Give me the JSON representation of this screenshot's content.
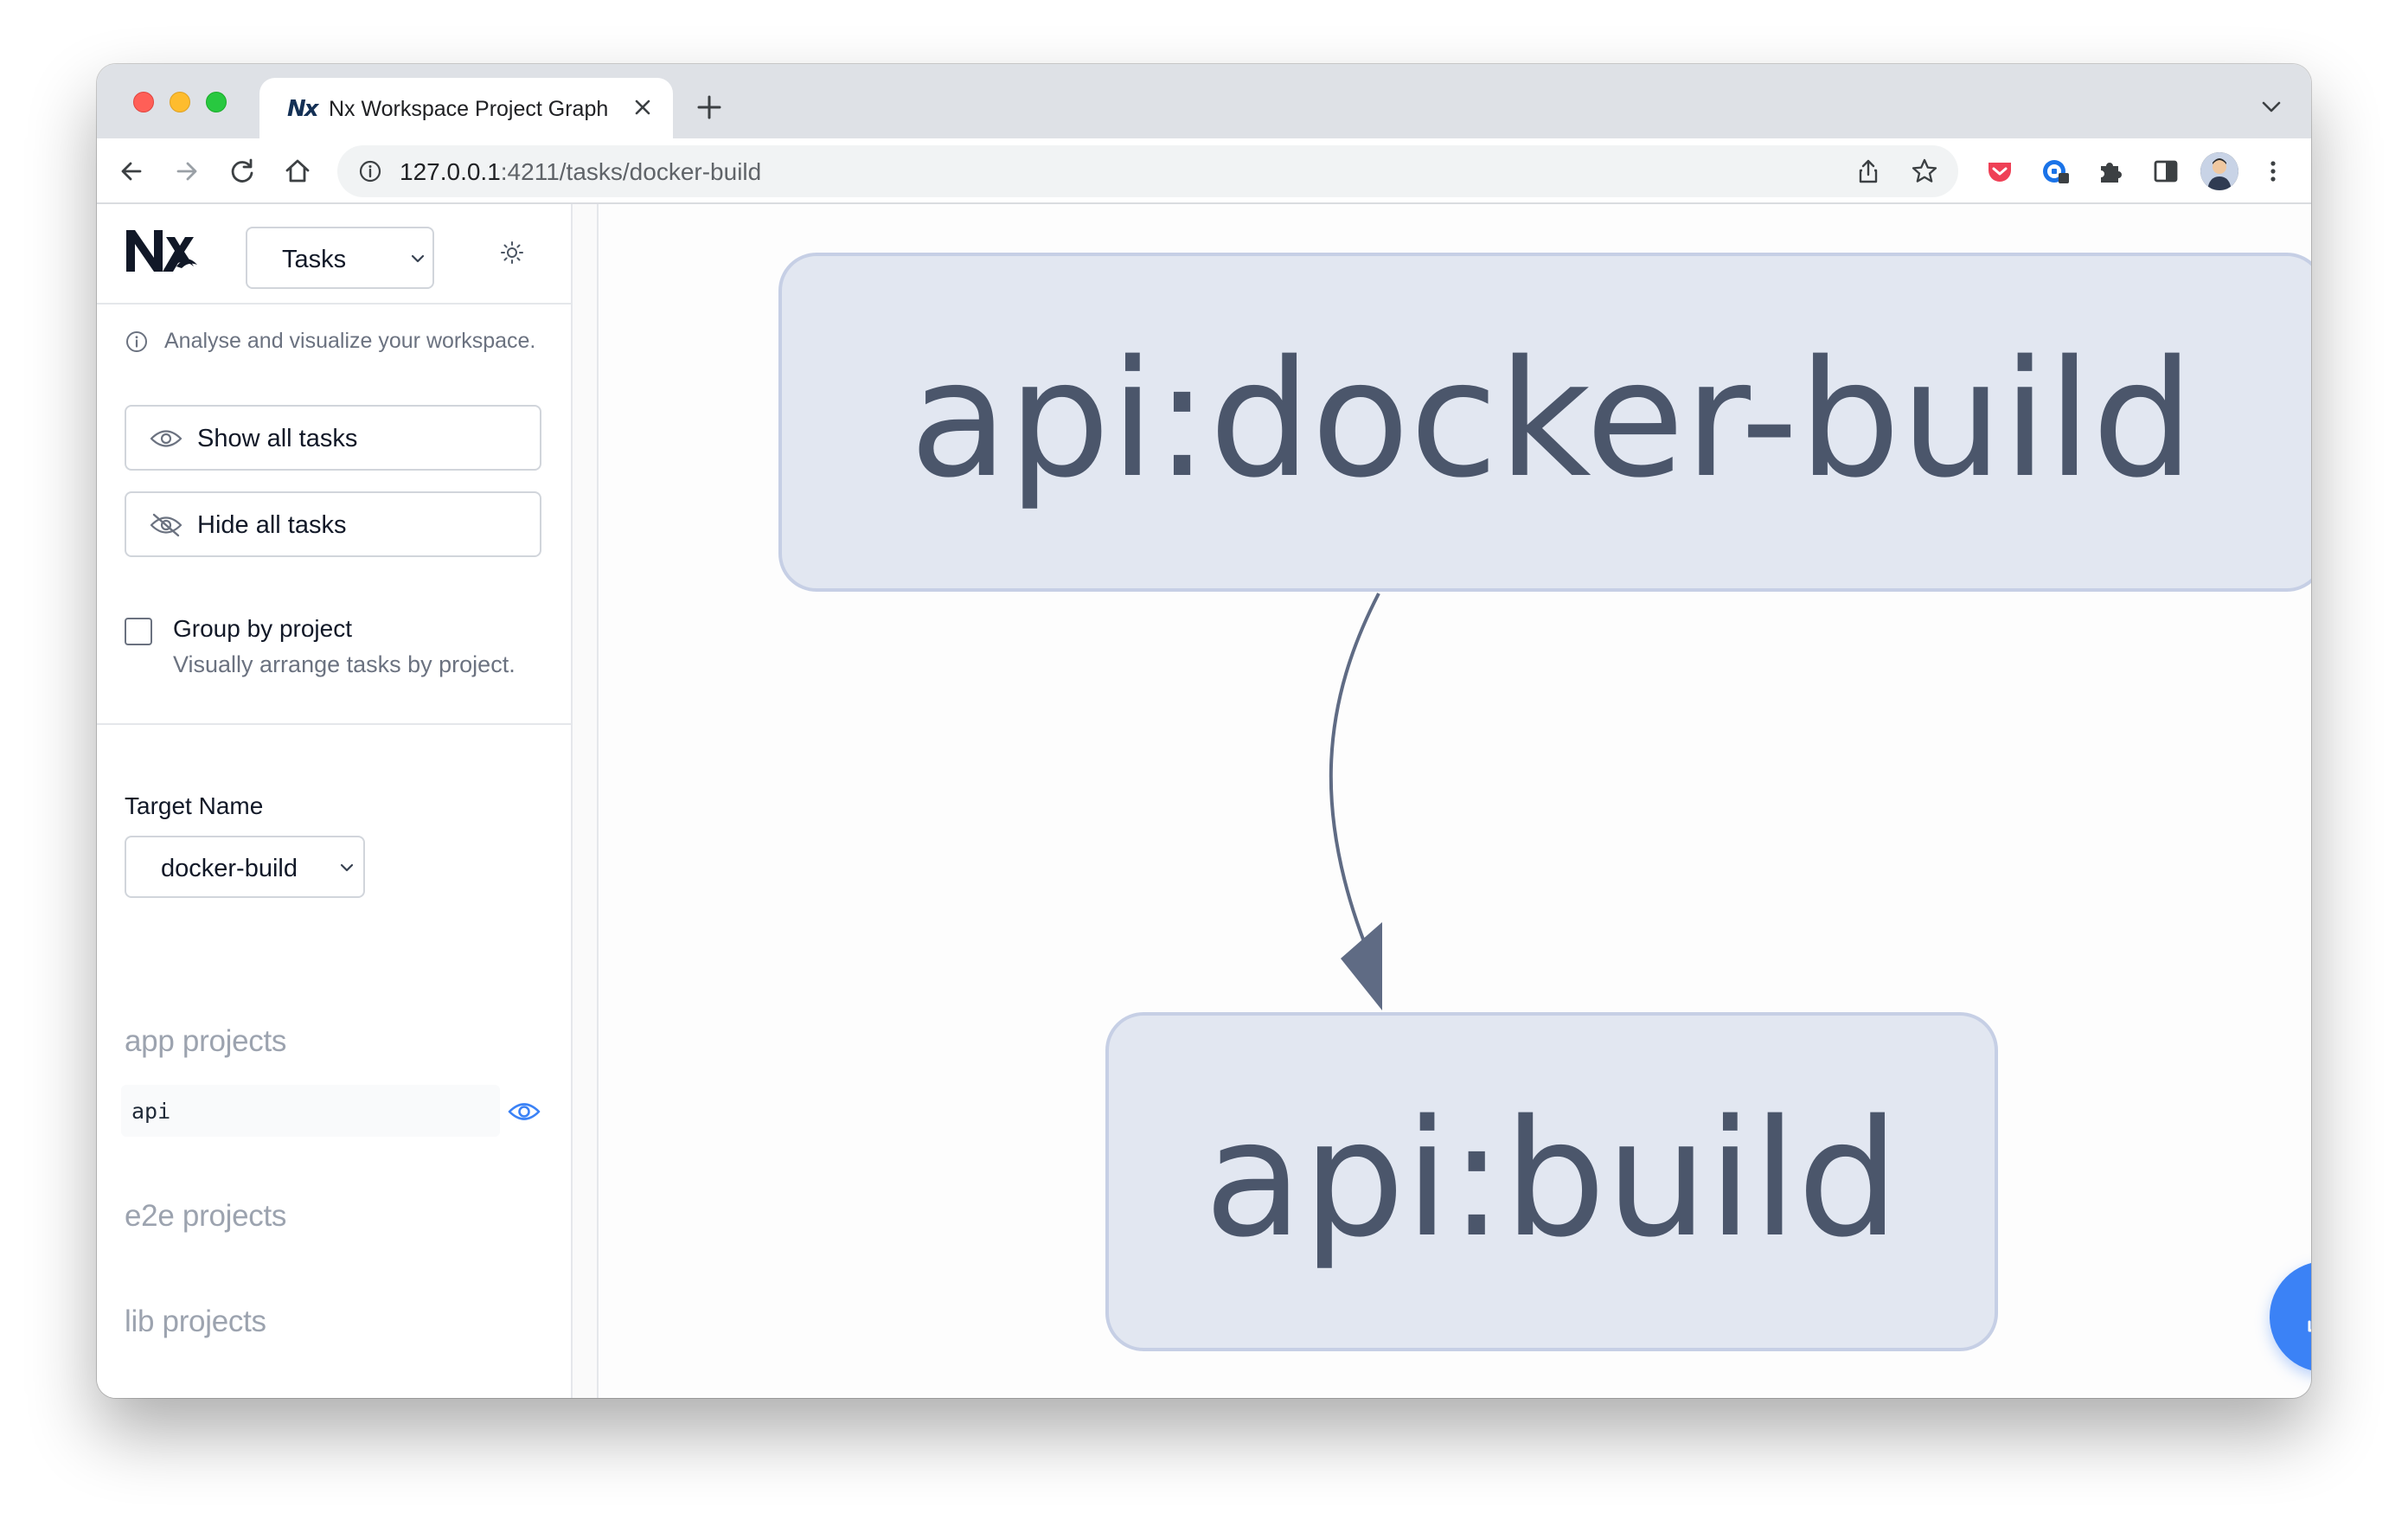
{
  "browser": {
    "tab_title": "Nx Workspace Project Graph",
    "favicon_text": "Nx",
    "url_host": "127.0.0.1",
    "url_path": ":4211/tasks/docker-build"
  },
  "sidebar": {
    "view_select": "Tasks",
    "info_text": "Analyse and visualize your workspace.",
    "show_all_label": "Show all tasks",
    "hide_all_label": "Hide all tasks",
    "group_by_label": "Group by project",
    "group_by_help": "Visually arrange tasks by project.",
    "group_by_checked": false,
    "target_name_label": "Target Name",
    "target_select": "docker-build",
    "app_projects_heading": "app projects",
    "app_projects": [
      "api"
    ],
    "e2e_projects_heading": "e2e projects",
    "lib_projects_heading": "lib projects"
  },
  "graph": {
    "nodes": [
      {
        "id": "api:docker-build",
        "label": "api:docker-build"
      },
      {
        "id": "api:build",
        "label": "api:build"
      }
    ],
    "edges": [
      {
        "from": "api:docker-build",
        "to": "api:build"
      }
    ]
  },
  "colors": {
    "node_fill": "#e2e7f1",
    "node_border": "#c6cfe5",
    "node_text": "#4b566b",
    "edge": "#5f6b84",
    "accent": "#3b82f6"
  }
}
